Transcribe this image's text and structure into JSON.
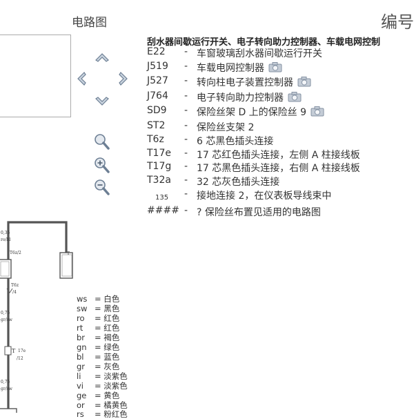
{
  "header": {
    "title": "电路图",
    "page_label": "编号"
  },
  "components": {
    "heading": "刮水器间歇运行开关、电子转向助力控制器、车载电网控制",
    "items": [
      {
        "code": "E22",
        "dash": "-",
        "desc": "车窗玻璃刮水器间歇运行开关",
        "camera": false
      },
      {
        "code": "J519",
        "dash": "-",
        "desc": "车载电网控制器",
        "camera": true
      },
      {
        "code": "J527",
        "dash": "-",
        "desc": "转向柱电子装置控制器",
        "camera": true
      },
      {
        "code": "J764",
        "dash": "-",
        "desc": "电子转向助力控制器",
        "camera": true
      },
      {
        "code": "SD9",
        "dash": "-",
        "desc": "保险丝架 D 上的保险丝 9",
        "camera": true
      },
      {
        "code": "ST2",
        "dash": "-",
        "desc": "保险丝支架 2",
        "camera": false
      },
      {
        "code": "T6z",
        "dash": "-",
        "desc": "6 芯黑色插头连接",
        "camera": false
      },
      {
        "code": "T17e",
        "dash": "-",
        "desc": "17 芯红色插头连接，左侧 A 柱接线板",
        "camera": false
      },
      {
        "code": "T17g",
        "dash": "-",
        "desc": "17 芯黑色插头连接，右侧 A 柱接线板",
        "camera": false
      },
      {
        "code": "T32a",
        "dash": "-",
        "desc": "32 芯灰色插头连接",
        "camera": false
      },
      {
        "code": "135",
        "dash": "-",
        "desc": "接地连接 2，在仪表板导线束中",
        "camera": false
      },
      {
        "code": "####",
        "dash": "-",
        "desc": "? 保险丝布置见适用的电路图",
        "camera": false
      }
    ]
  },
  "legend": [
    {
      "code": "ws",
      "color": "白色"
    },
    {
      "code": "sw",
      "color": "黑色"
    },
    {
      "code": "ro",
      "color": "红色"
    },
    {
      "code": "rt",
      "color": "红色"
    },
    {
      "code": "br",
      "color": "褐色"
    },
    {
      "code": "gn",
      "color": "绿色"
    },
    {
      "code": "bl",
      "color": "蓝色"
    },
    {
      "code": "gr",
      "color": "灰色"
    },
    {
      "code": "li",
      "color": "淡紫色"
    },
    {
      "code": "vi",
      "color": "淡紫色"
    },
    {
      "code": "ge",
      "color": "黄色"
    },
    {
      "code": "or",
      "color": "橘黄色"
    },
    {
      "code": "rs",
      "color": "粉红色"
    }
  ],
  "diagram": {
    "wire1": {
      "size": "0,35",
      "color": "ro/bl"
    },
    "connector1": "T6z/2",
    "connector1b": "T6z",
    "connector1b_pin": "/4",
    "wire2": {
      "size": "0,75",
      "color": "gr/sw"
    },
    "connector2": "T",
    "connector2_code": "17e",
    "connector2_pin": "/12",
    "wire3": {
      "size": "0,75",
      "color": "gr/sw"
    },
    "right_box_label": "T"
  },
  "icons": {
    "nav": [
      "arrow-up-icon",
      "arrow-left-icon",
      "arrow-right-icon",
      "arrow-down-icon"
    ],
    "zoom": [
      "zoom-icon",
      "zoom-in-icon",
      "zoom-out-icon"
    ],
    "camera": "camera-icon"
  },
  "colors": {
    "wire": "#555555",
    "accent": "#8a9bb0"
  }
}
